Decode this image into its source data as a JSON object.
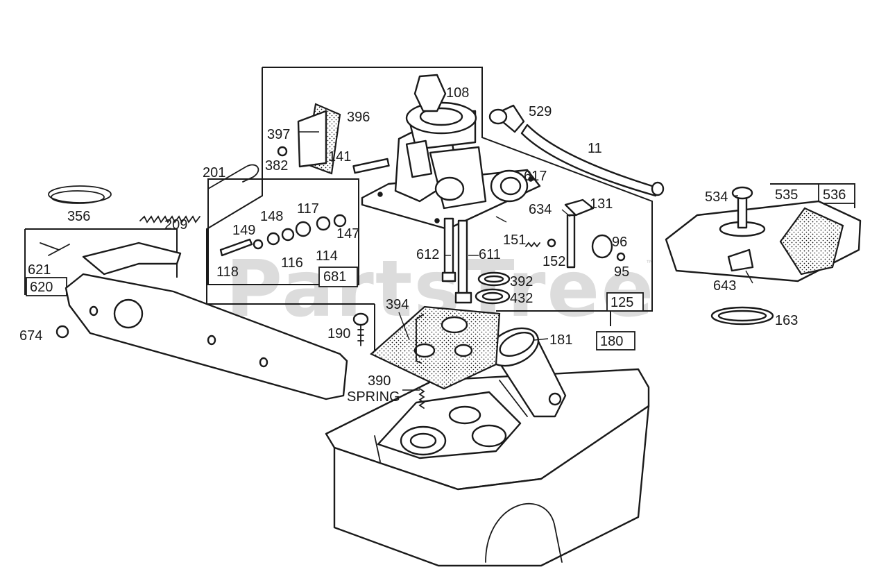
{
  "watermark": {
    "text": "PartsTree",
    "trademark": "™"
  },
  "callouts": {
    "p108": "108",
    "p529": "529",
    "p396": "396",
    "p397": "397",
    "p382": "382",
    "p141": "141",
    "p201": "201",
    "p11": "11",
    "p617": "617",
    "p356": "356",
    "p209": "209",
    "p534": "534",
    "p535": "535",
    "p536": "536",
    "p634": "634",
    "p131": "131",
    "p117": "117",
    "p148": "148",
    "p149": "149",
    "p147": "147",
    "p118": "118",
    "p116": "116",
    "p114": "114",
    "p681": "681",
    "p612": "612",
    "p611": "611",
    "p151": "151",
    "p152": "152",
    "p96": "96",
    "p95": "95",
    "p621": "621",
    "p620": "620",
    "p392": "392",
    "p432": "432",
    "p643": "643",
    "p125": "125",
    "p394": "394",
    "p163": "163",
    "p674": "674",
    "p190": "190",
    "p181": "181",
    "p180": "180",
    "p390": "390",
    "spring": "SPRING"
  }
}
